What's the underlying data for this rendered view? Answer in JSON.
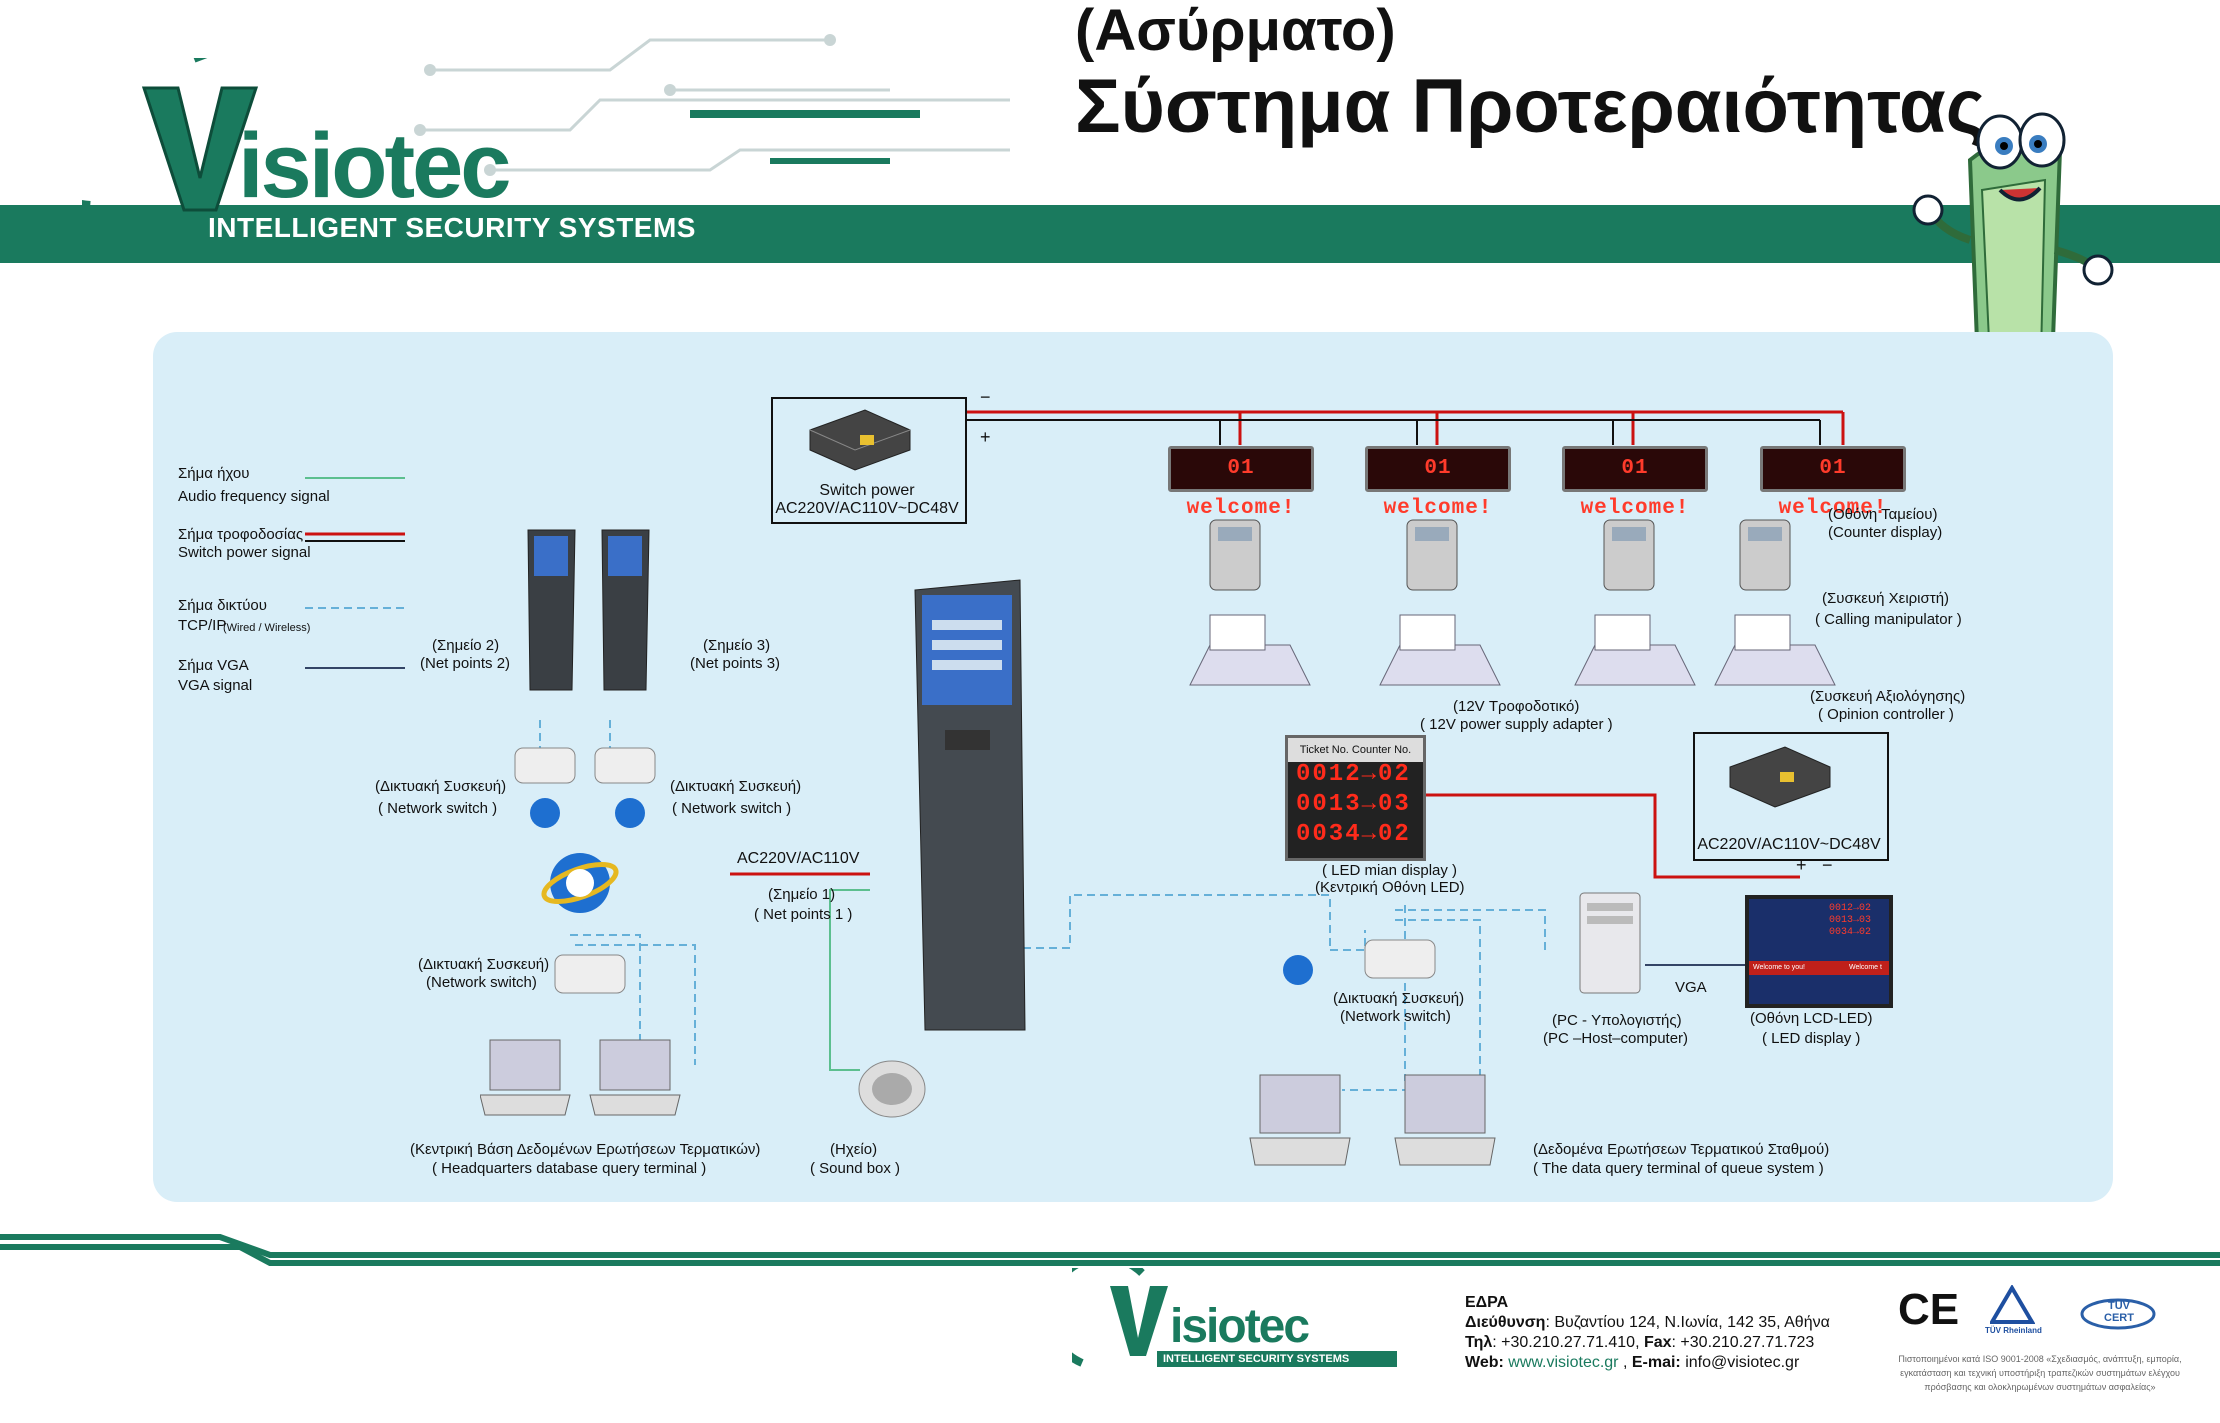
{
  "title": {
    "line1": "(Ασύρματο)",
    "line2": "Σύστημα Προτεραιότητας"
  },
  "brand": {
    "logo_text": "Visiotec",
    "tagline": "INTELLIGENT SECURITY SYSTEMS",
    "color_primary": "#1a7a5e",
    "color_panel": "#d9eef8"
  },
  "legend": {
    "items": [
      {
        "gr": "Σήμα ήχου",
        "en": "Audio frequency signal",
        "color": "#5cbf8f"
      },
      {
        "gr": "Σήμα τροφοδοσίας",
        "en": "Switch power signal",
        "color": "#cc1111"
      },
      {
        "gr": "Σήμα δικτύου",
        "en": "TCP/IP",
        "en_small": "(Wired / Wireless)",
        "color": "#66b0d8"
      },
      {
        "gr": "Σήμα VGA",
        "en": "VGA signal",
        "color": "#334466"
      }
    ]
  },
  "labels": {
    "switch_power_1": "Switch power",
    "switch_power_1_spec": "AC220V/AC110V~DC48V",
    "minus": "−",
    "plus": "+",
    "led_welcome": "01 welcome!",
    "counter_display_gr": "(Οθόνη Ταμείου)",
    "counter_display_en": "(Counter display)",
    "calling_gr": "(Συσκευή Χειριστή)",
    "calling_en": "( Calling manipulator )",
    "opinion_gr": "(Συσκευή Αξιολόγησης)",
    "opinion_en": "( Opinion controller )",
    "power12_gr": "(12V Τροφοδοτικό)",
    "power12_en": "( 12V power supply  adapter )",
    "ticket_header": "Ticket No.  Counter No.",
    "led_rows": [
      "0012→02",
      "0013→03",
      "0034→02"
    ],
    "led_main_en": "( LED mian display )",
    "led_main_gr": "(Κεντρική Οθόνη LED)",
    "ac_spec_2": "AC220V/AC110V~DC48V",
    "net_point2_gr": "(Σημείο 2)",
    "net_point2_en": "(Net points 2)",
    "net_point3_gr": "(Σημείο 3)",
    "net_point3_en": "(Net points 3)",
    "net_switch_gr": "(Δικτυακή Συσκευή)",
    "net_switch_en": "( Network switch )",
    "net_switch_en2": "(Network switch)",
    "ac_input": "AC220V/AC110V",
    "net_point1_gr": "(Σημείο 1)",
    "net_point1_en": "( Net points 1 )",
    "hq_gr": "(Κεντρική Βάση Δεδομένων Ερωτήσεων Τερματικών)",
    "hq_en": "( Headquarters database query terminal )",
    "sound_gr": "(Ηχείο)",
    "sound_en": "( Sound box )",
    "pc_gr": "(PC - Υπολογιστής)",
    "pc_en": "(PC –Host–computer)",
    "vga": "VGA",
    "lcd_gr": "(Οθόνη LCD-LED)",
    "lcd_en": "( LED display )",
    "queue_gr": "(Δεδομένα Ερωτήσεων Τερματικού Σταθμού)",
    "queue_en": "( The data query terminal of queue system )",
    "lcd_welcome_left": "Welcome to you!",
    "lcd_welcome_right": "Welcome t"
  },
  "footer": {
    "seda": "ΕΔΡΑ",
    "address_label": "Διεύθυνση",
    "address": ": Βυζαντίου 124, Ν.Ιωνία, 142 35, Αθήνα",
    "phone_label": "Τηλ",
    "phone": ": +30.210.27.71.410, ",
    "fax_label": "Fax",
    "fax": ": +30.210.27.71.723",
    "web_label": "Web:",
    "web": " www.visiotec.gr",
    "email_sep": " , ",
    "email_label": "E-mai:",
    "email": " info@visiotec.gr",
    "cert_ce": "CE",
    "cert_tuv": "TÜV Rheinland",
    "cert_tuv_cert": "TÜV CERT",
    "iso_text": "Πιστοποιημένοι κατά ISO 9001-2008 «Σχεδιασμός, ανάπτυξη, εμπορία, εγκατάσταση και τεχνική υποστήριξη τραπεζικών συστημάτων ελέγχου πρόσβασης και ολοκληρωμένων συστημάτων ασφαλείας»"
  }
}
